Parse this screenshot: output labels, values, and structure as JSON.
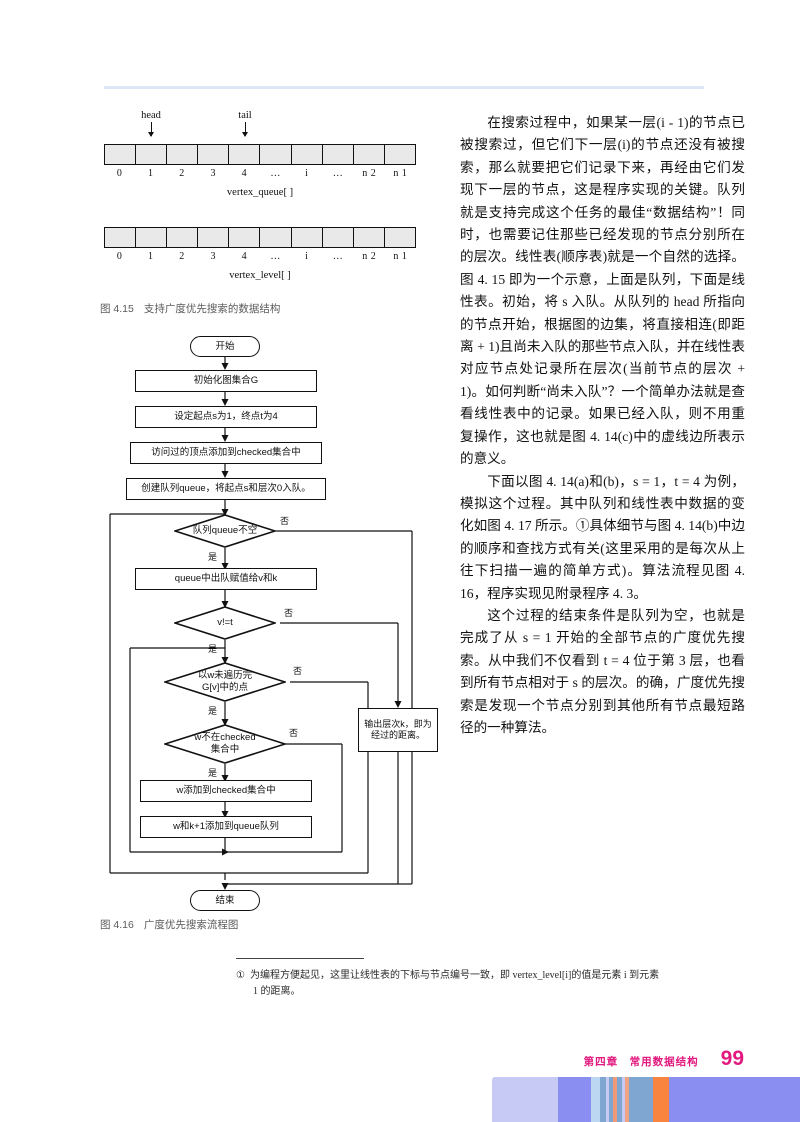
{
  "page": {
    "number": "99",
    "chapter_footer": "第四章　常用数据结构",
    "accent_color": "#e2197f",
    "rule_color": "#dde6f7"
  },
  "figure_415": {
    "caption_num": "图 4.15",
    "caption_text": "支持广度优先搜索的数据结构",
    "pointers": [
      {
        "label": "head",
        "cell": 1
      },
      {
        "label": "tail",
        "cell": 4
      }
    ],
    "cell_count": 10,
    "indices": [
      "0",
      "1",
      "2",
      "3",
      "4",
      "…",
      "i",
      "…",
      "n 2",
      "n 1"
    ],
    "array1_name": "vertex_queue[ ]",
    "array2_name": "vertex_level[ ]",
    "cell_fill": "#e9e9e9"
  },
  "figure_416": {
    "caption_num": "图 4.16",
    "caption_text": "广度优先搜索流程图",
    "nodes": {
      "start": "开始",
      "init_graph": "初始化图集合G",
      "set_st": "设定起点s为1，终点t为4",
      "add_checked": "访问过的顶点添加到checked集合中",
      "create_queue": "创建队列queue，将起点s和层次0入队。",
      "dec_queue_not_empty": "队列queue不空",
      "dequeue": "queue中出队赋值给v和k",
      "dec_v_ne_t": "v!=t",
      "dec_w_not_done": "以w未遍历完\nG[v]中的点",
      "dec_w_not_checked": "w不在checked\n集合中",
      "w_add_checked": "w添加到checked集合中",
      "w_enqueue": "w和k+1添加到queue队列",
      "output": "输出层次k，即为\n经过的距离。",
      "end": "结束"
    },
    "branch_yes": "是",
    "branch_no": "否"
  },
  "body": {
    "paragraphs": [
      "在搜索过程中，如果某一层(i - 1)的节点已被搜索过，但它们下一层(i)的节点还没有被搜索，那么就要把它们记录下来，再经由它们发现下一层的节点，这是程序实现的关键。队列就是支持完成这个任务的最佳“数据结构”！同时，也需要记住那些已经发现的节点分别所在的层次。线性表(顺序表)就是一个自然的选择。图 4. 15 即为一个示意，上面是队列，下面是线性表。初始，将 s 入队。从队列的 head 所指向的节点开始，根据图的边集，将直接相连(即距离 + 1)且尚未入队的那些节点入队，并在线性表对应节点处记录所在层次(当前节点的层次 + 1)。如何判断“尚未入队”？一个简单办法就是查看线性表中的记录。如果已经入队，则不用重复操作，这也就是图 4. 14(c)中的虚线边所表示的意义。",
      "下面以图 4. 14(a)和(b)，s = 1，t = 4 为例，模拟这个过程。其中队列和线性表中数据的变化如图 4. 17 所示。①具体细节与图 4. 14(b)中边的顺序和查找方式有关(这里采用的是每次从上往下扫描一遍的简单方式)。算法流程见图 4. 16，程序实现见附录程序 4. 3。",
      "这个过程的结束条件是队列为空，也就是完成了从 s = 1 开始的全部节点的广度优先搜索。从中我们不仅看到 t = 4 位于第 3 层，也看到所有节点相对于 s 的层次。的确，广度优先搜索是发现一个节点分别到其他所有节点最短路径的一种算法。"
    ]
  },
  "footnote": {
    "marker": "①",
    "line1": "为编程方便起见，这里让线性表的下标与节点编号一致，即 vertex_level[i]的值是元素 i 到元素",
    "line2": "1 的距离。"
  },
  "colorbar": [
    {
      "color": "#c6caf5",
      "width": 66
    },
    {
      "color": "#8a8ef0",
      "width": 33
    },
    {
      "color": "#bcd7f2",
      "width": 9
    },
    {
      "color": "#7fa6d1",
      "width": 6
    },
    {
      "color": "#c6caf5",
      "width": 3
    },
    {
      "color": "#7fa6d1",
      "width": 4
    },
    {
      "color": "#f29a78",
      "width": 4
    },
    {
      "color": "#7fa6d1",
      "width": 5
    },
    {
      "color": "#c6caf5",
      "width": 3
    },
    {
      "color": "#f0a383",
      "width": 4
    },
    {
      "color": "#7fa6d1",
      "width": 24
    },
    {
      "color": "#f9843f",
      "width": 16
    },
    {
      "color": "#8a8ef0",
      "width": 131
    }
  ]
}
